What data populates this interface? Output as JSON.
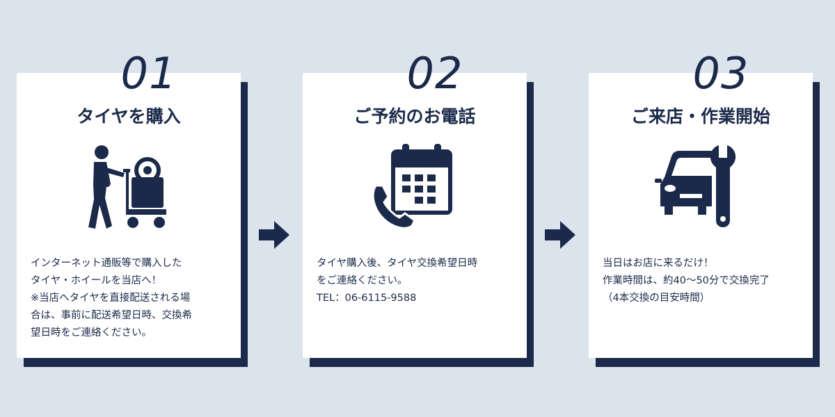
{
  "steps": [
    {
      "number": "01",
      "title": "タイヤを購入",
      "icon": "shopping-cart-person-icon",
      "description": "インターネット通販等で購入した\nタイヤ・ホイールを当店へ！\n※当店へタイヤを直接配送される場\n合は、事前に配送希望日時、交換希\n望日時をご連絡ください。"
    },
    {
      "number": "02",
      "title": "ご予約のお電話",
      "icon": "calendar-phone-icon",
      "description": "タイヤ購入後、タイヤ交換希望日時\nをご連絡ください。\nTEL：06-6115-9588"
    },
    {
      "number": "03",
      "title": "ご来店・作業開始",
      "icon": "car-wrench-icon",
      "description": "当日はお店に来るだけ！\n作業時間は、約40〜50分で交換完了\n（4本交換の目安時間）"
    }
  ],
  "colors": {
    "navy": "#1b2a4a",
    "background": "#dbe3ed",
    "card": "#ffffff"
  },
  "arrow_icon": "arrow-right-icon"
}
